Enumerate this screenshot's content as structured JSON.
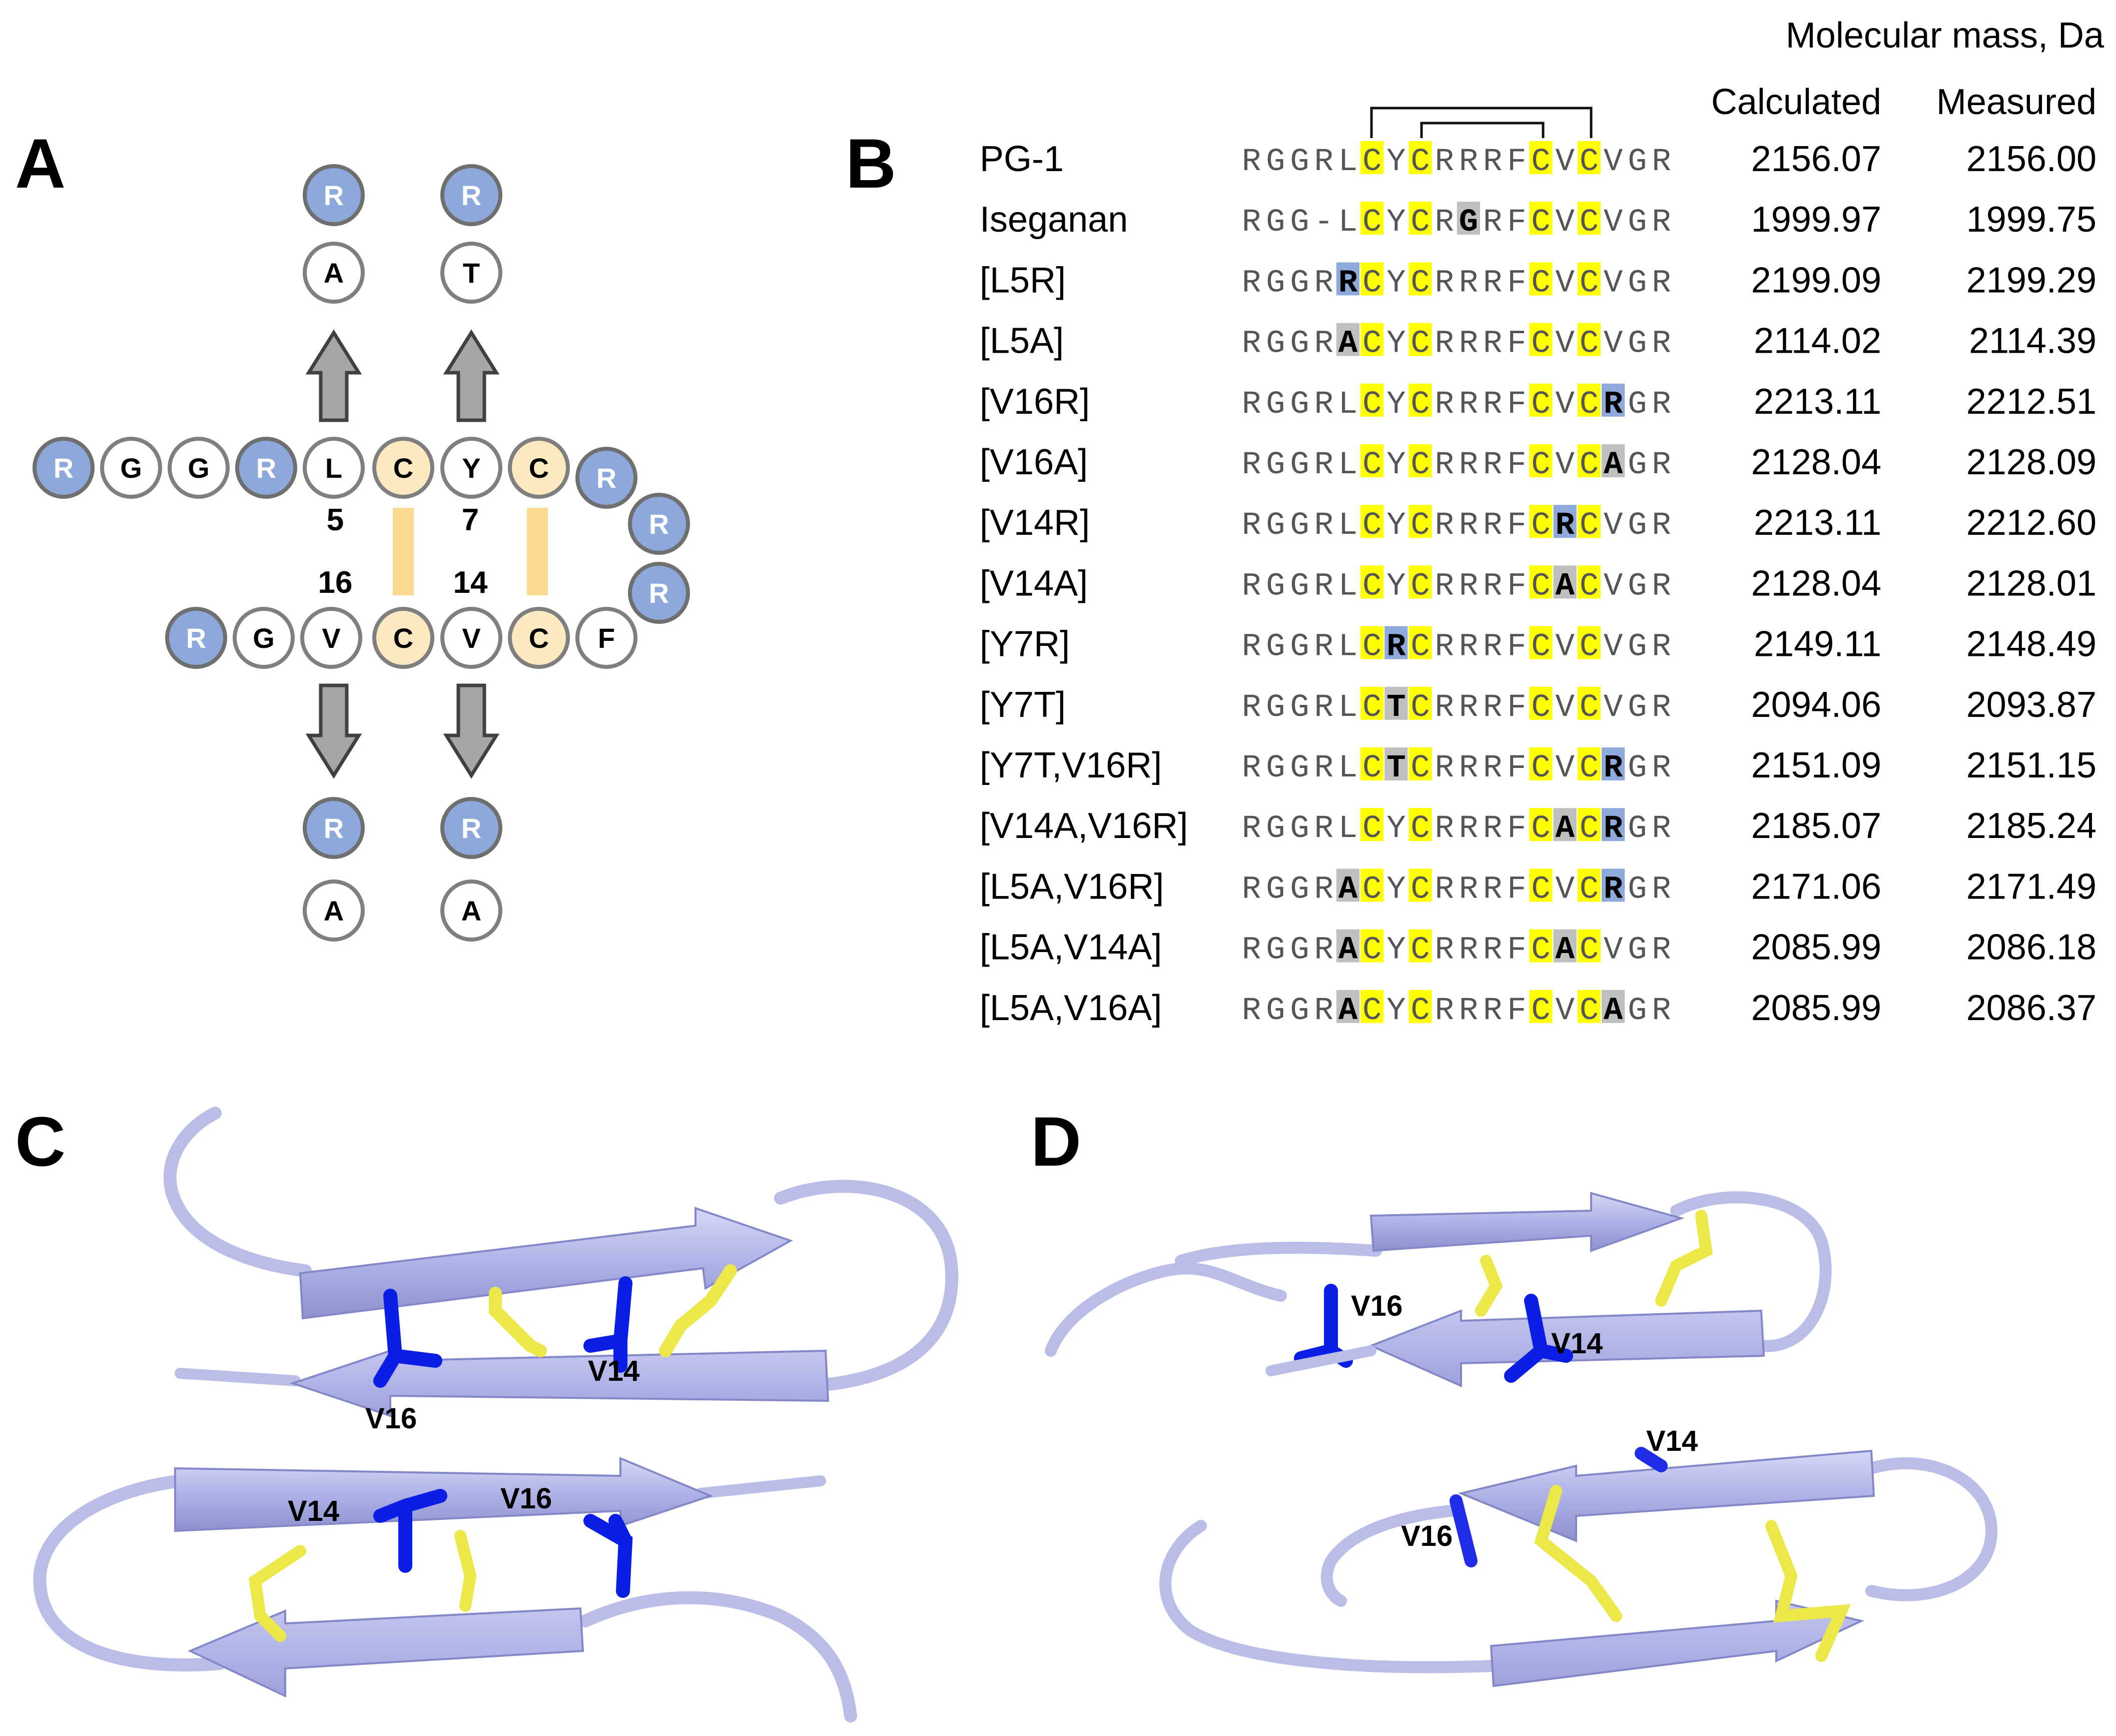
{
  "panel_labels": {
    "a": "A",
    "b": "B",
    "c": "C",
    "d": "D"
  },
  "colors": {
    "arg_fill": "#8da9db",
    "cys_fill": "#fde9bf",
    "disulfide_bar": "#fbd98e",
    "arrow_fill": "#a6a6a6",
    "cys_highlight": "#ffff00",
    "arg_highlight": "#8ea9db",
    "ala_highlight": "#bfbfbf",
    "ribbon": "#b0b4e6",
    "valine": "#0a1ee6",
    "sulfur_bond": "#ece84a"
  },
  "panel_a": {
    "top_residues": [
      "R",
      "G",
      "G",
      "R",
      "L",
      "C",
      "Y",
      "C",
      "R"
    ],
    "turn_residues": [
      "R",
      "R"
    ],
    "bottom_residues": [
      "R",
      "G",
      "V",
      "C",
      "V",
      "C",
      "F"
    ],
    "substitutions": {
      "pos5": [
        "R",
        "A"
      ],
      "pos7": [
        "R",
        "T"
      ],
      "pos16": [
        "R",
        "A"
      ],
      "pos14": [
        "R",
        "A"
      ]
    },
    "position_numbers": [
      "5",
      "7",
      "16",
      "14"
    ]
  },
  "panel_b": {
    "header_mass": "Molecular mass, Da",
    "col_calc": "Calculated",
    "col_meas": "Measured",
    "rows": [
      {
        "name": "PG-1",
        "seq": "RGGRLCYCRRRFCVCVGR",
        "calc": "2156.07",
        "meas": "2156.00"
      },
      {
        "name": "Iseganan",
        "seq": "RGG-LCYCRGRFCVCVGR",
        "calc": "1999.97",
        "meas": "1999.75"
      },
      {
        "name": "[L5R]",
        "seq": "RGGRRCYCRRRFCVCVGR",
        "calc": "2199.09",
        "meas": "2199.29"
      },
      {
        "name": "[L5A]",
        "seq": "RGGRACYCRRRFCVCVGR",
        "calc": "2114.02",
        "meas": "2114.39"
      },
      {
        "name": "[V16R]",
        "seq": "RGGRLCYCRRRFCVCRGR",
        "calc": "2213.11",
        "meas": "2212.51"
      },
      {
        "name": "[V16A]",
        "seq": "RGGRLCYCRRRFCVCAGR",
        "calc": "2128.04",
        "meas": "2128.09"
      },
      {
        "name": "[V14R]",
        "seq": "RGGRLCYCRRRFCRCVGR",
        "calc": "2213.11",
        "meas": "2212.60"
      },
      {
        "name": "[V14A]",
        "seq": "RGGRLCYCRRRFCACVGR",
        "calc": "2128.04",
        "meas": "2128.01"
      },
      {
        "name": "[Y7R]",
        "seq": "RGGRLCRCRRRFCVCVGR",
        "calc": "2149.11",
        "meas": "2148.49"
      },
      {
        "name": "[Y7T]",
        "seq": "RGGRLCTCRRRFCVCVGR",
        "calc": "2094.06",
        "meas": "2093.87"
      },
      {
        "name": "[Y7T,V16R]",
        "seq": "RGGRLCTCRRRFCVCRGR",
        "calc": "2151.09",
        "meas": "2151.15"
      },
      {
        "name": "[V14A,V16R]",
        "seq": "RGGRLCYCRRRFCACRGR",
        "calc": "2185.07",
        "meas": "2185.24"
      },
      {
        "name": "[L5A,V16R]",
        "seq": "RGGRACYCRRRFCVCRGR",
        "calc": "2171.06",
        "meas": "2171.49"
      },
      {
        "name": "[L5A,V14A]",
        "seq": "RGGRACYCRRRFCACVGR",
        "calc": "2085.99",
        "meas": "2086.18"
      },
      {
        "name": "[L5A,V16A]",
        "seq": "RGGRACYCRRRFCVCAGR",
        "calc": "2085.99",
        "meas": "2086.37"
      }
    ],
    "highlights": [
      {
        "row": 1,
        "col": 9,
        "type": "gray"
      },
      {
        "row": 2,
        "col": 4,
        "type": "blue"
      },
      {
        "row": 3,
        "col": 4,
        "type": "gray"
      },
      {
        "row": 4,
        "col": 15,
        "type": "blue"
      },
      {
        "row": 5,
        "col": 15,
        "type": "gray"
      },
      {
        "row": 6,
        "col": 13,
        "type": "blue"
      },
      {
        "row": 7,
        "col": 13,
        "type": "gray"
      },
      {
        "row": 8,
        "col": 6,
        "type": "blue"
      },
      {
        "row": 9,
        "col": 6,
        "type": "gray"
      },
      {
        "row": 10,
        "col": 6,
        "type": "gray"
      },
      {
        "row": 10,
        "col": 15,
        "type": "blue"
      },
      {
        "row": 11,
        "col": 13,
        "type": "gray"
      },
      {
        "row": 11,
        "col": 15,
        "type": "blue"
      },
      {
        "row": 12,
        "col": 4,
        "type": "gray"
      },
      {
        "row": 12,
        "col": 15,
        "type": "blue"
      },
      {
        "row": 13,
        "col": 4,
        "type": "gray"
      },
      {
        "row": 13,
        "col": 13,
        "type": "gray"
      },
      {
        "row": 14,
        "col": 4,
        "type": "gray"
      },
      {
        "row": 14,
        "col": 15,
        "type": "gray"
      }
    ]
  },
  "panel_c": {
    "labels": [
      "V16",
      "V14",
      "V14",
      "V16"
    ]
  },
  "panel_d": {
    "labels": [
      "V16",
      "V14",
      "V14",
      "V16"
    ]
  }
}
